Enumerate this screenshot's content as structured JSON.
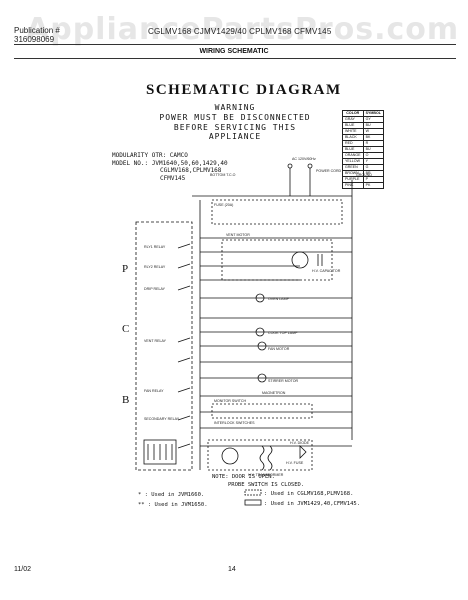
{
  "header": {
    "watermark": "AppliancePartsPros.com",
    "left_line1": "Publication #",
    "left_line2": "316098069",
    "models": "CGLMV168  CJMV1429/40  CPLMV168  CFMV145",
    "section_title": "WIRING SCHEMATIC"
  },
  "diagram": {
    "title": "SCHEMATIC DIAGRAM",
    "warning": "WARNING",
    "warning_line1": "POWER MUST BE DISCONNECTED",
    "warning_line2": "BEFORE SERVICING THIS APPLIANCE",
    "modularity": "MODULARITY OTR: CAMCO",
    "model_line1": "MODEL NO.: JVM1640,50,60,1429,40",
    "model_line2": "CGLMV168,CPLMV168",
    "model_line3": "CFMV145",
    "sections": [
      "P",
      "C",
      "B"
    ],
    "labels": {
      "ac": "AC 120V/60Hz",
      "power_cord": "POWER CORD",
      "ground": "GROUND",
      "fuse": "FUSE (20A)",
      "bottom_tco": "BOTTOM T.C.O",
      "vent_motor": "VENT MOTOR",
      "hv_capacitor": "H.V. CAPACITOR",
      "oven_lamp": "OVEN LAMP",
      "cook_top_lamp": "COOK TOP LAMP",
      "fan_motor": "FAN MOTOR",
      "stirrer_motor": "STIRRER MOTOR",
      "magnetron": "MAGNETRON",
      "hv_diode": "H.V. DIODE",
      "monitor_switch": "MONITOR SWITCH",
      "interlock": "INTERLOCK SWITCHES",
      "hv_fuse": "H.V. FUSE",
      "transformer": "H.V. TRANSFORMER",
      "relays": [
        "RLY1 RELAY",
        "RLY2 RELAY",
        "DRIP RELAY",
        "VENT RELAY",
        "FAN RELAY",
        "SECONDARY RELAY"
      ]
    },
    "note1": "NOTE: DOOR IS OPEN.",
    "note2": "PROBE SWITCH IS CLOSED.",
    "legend": [
      "* : Used in JVM1660.",
      "** : Used in JVM1650.",
      ": Used in CGLMV168,PLMV168.",
      ": Used in JVM1429,40,CFMV145."
    ],
    "color_table": {
      "headers": [
        "COLOR",
        "SYMBOL"
      ],
      "rows": [
        [
          "GRAY",
          "GY"
        ],
        [
          "BLUE",
          "BU"
        ],
        [
          "WHITE",
          "W"
        ],
        [
          "BLACK",
          "BK"
        ],
        [
          "RED",
          "R"
        ],
        [
          "BLUE",
          "BU"
        ],
        [
          "ORANGE",
          "O"
        ],
        [
          "YELLOW",
          "Y"
        ],
        [
          "GREEN",
          "G"
        ],
        [
          "BROWN",
          "BR"
        ],
        [
          "PURPLE",
          "P"
        ],
        [
          "PINK",
          "PK"
        ]
      ]
    }
  },
  "footer": {
    "date": "11/02",
    "page": "14"
  }
}
